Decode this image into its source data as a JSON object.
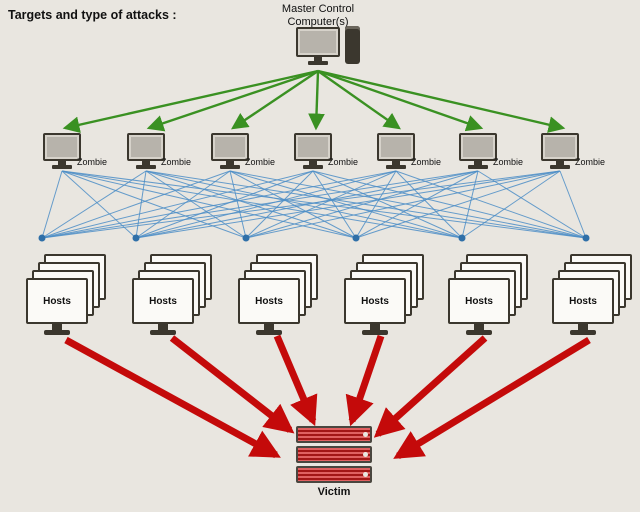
{
  "title": "Targets and type of attacks :",
  "master": {
    "label": "Master Control Computer(s)"
  },
  "zombies": [
    "Zombie",
    "Zombie",
    "Zombie",
    "Zombie",
    "Zombie",
    "Zombie",
    "Zombie"
  ],
  "hosts": [
    "Hosts",
    "Hosts",
    "Hosts",
    "Hosts",
    "Hosts",
    "Hosts"
  ],
  "victim": {
    "label": "Victim"
  },
  "colors": {
    "background": "#e9e6e0",
    "arrow-green": "#3a9122",
    "line-blue": "#4e8fc7",
    "dot-blue": "#2f6fa8",
    "arrow-red": "#c40a0a",
    "monitor-gray": "#b7b3ab",
    "dark": "#3b372e",
    "victim-red": "#a31515"
  }
}
